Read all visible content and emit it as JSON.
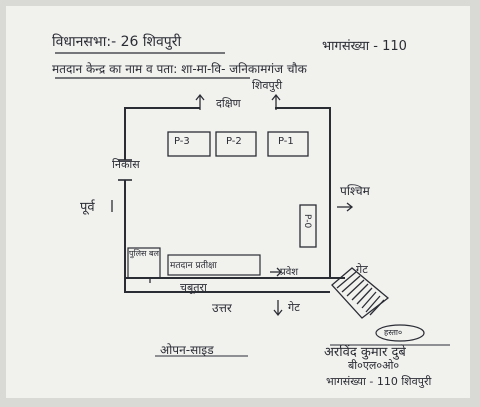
{
  "header": {
    "assembly": "विधानसभा:- 26 शिवपुरी",
    "booth_no": "भागसंख्या - 110",
    "booth_address": "मतदान केन्द्र का नाम व पता: शा-मा-वि- जनिकामगंज चौक",
    "booth_address_line2": "शिवपुरी"
  },
  "map": {
    "north_label": "दक्षिण",
    "room_labels": [
      "P-3",
      "P-2",
      "P-1",
      "P-0"
    ],
    "exit_label": "निकास",
    "east_label": "पूर्व",
    "west_label": "पश्चिम",
    "police_label": "पुलिस बल",
    "waiting_label": "मतदान प्रतीक्षा",
    "entry_label": "प्रवेश",
    "gate_label": "गेट",
    "platform_label": "चबूतरा",
    "south_label": "उत्तर",
    "gate_arrow_label": "गेट",
    "area_label": "ओपन-साइड"
  },
  "signature": {
    "signed_mark": "हस्ता०",
    "name": "अरविंद कुमार दुबे",
    "designation": "बी०एल०ओ०",
    "booth": "भागसंख्या - 110 शिवपुरी"
  }
}
